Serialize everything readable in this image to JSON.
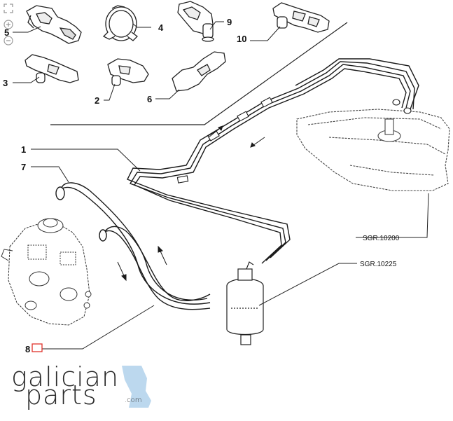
{
  "labels": {
    "p1": "1",
    "p2": "2",
    "p3": "3",
    "p4": "4",
    "p5": "5",
    "p6": "6",
    "p7": "7",
    "p8": "8",
    "p9": "9",
    "p10": "10",
    "ref_tank": "SGR.10200",
    "ref_filter": "SGR.10225"
  },
  "logo": {
    "line1": "galician",
    "line2": "parts",
    "suffix": ".com"
  },
  "controls": {
    "fullscreen": "fullscreen-icon",
    "zoom_in": "zoom-in-icon",
    "zoom_out": "zoom-out-icon"
  },
  "colors": {
    "line": "#1a1a1a",
    "callout_box": "#e0322b",
    "logo_accent": "#bcd8ee"
  }
}
